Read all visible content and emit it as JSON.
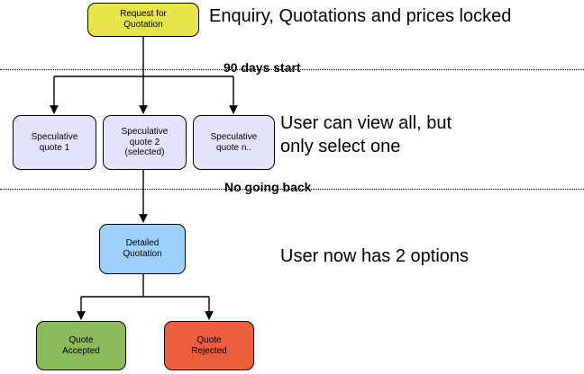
{
  "diagram": {
    "title_nodes": {
      "rfq": "Request for\nQuotation",
      "spec1": "Speculative\nquote 1",
      "spec2": "Speculative\nquote 2\n(selected)",
      "spec3": "Speculative\nquote n..",
      "detailed": "Detailed\nQuotation",
      "accepted": "Quote\nAccepted",
      "rejected": "Quote\nRejected"
    },
    "notes": [
      "Enquiry, Quotations and prices locked",
      "User can view all, but\nonly select one",
      "User now has 2 options"
    ],
    "dividers": [
      {
        "label": "90 days start"
      },
      {
        "label": "No going back"
      }
    ],
    "colors": {
      "rfq_fill": "#e7e549",
      "speculative_fill": "#e3e3fb",
      "detailed_fill": "#9dd0fa",
      "accepted_fill": "#8cbc5a",
      "rejected_fill": "#ec5e3c",
      "stroke": "#000000",
      "background": "#ffffff"
    }
  }
}
